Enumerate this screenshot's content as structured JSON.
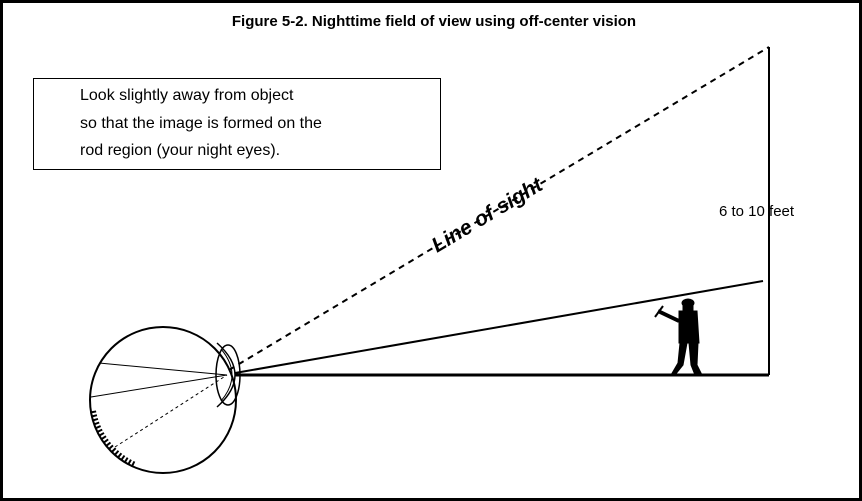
{
  "figure": {
    "title": "Figure 5-2. Nighttime field of view using off-center vision",
    "note_lines": [
      "Look slightly away from object",
      "so that the image is formed on the",
      "rod region (your night eyes)."
    ],
    "line_of_sight_label": "Line of sight",
    "height_label": "6 to 10 feet"
  },
  "colors": {
    "ink": "#000000",
    "paper": "#ffffff"
  }
}
